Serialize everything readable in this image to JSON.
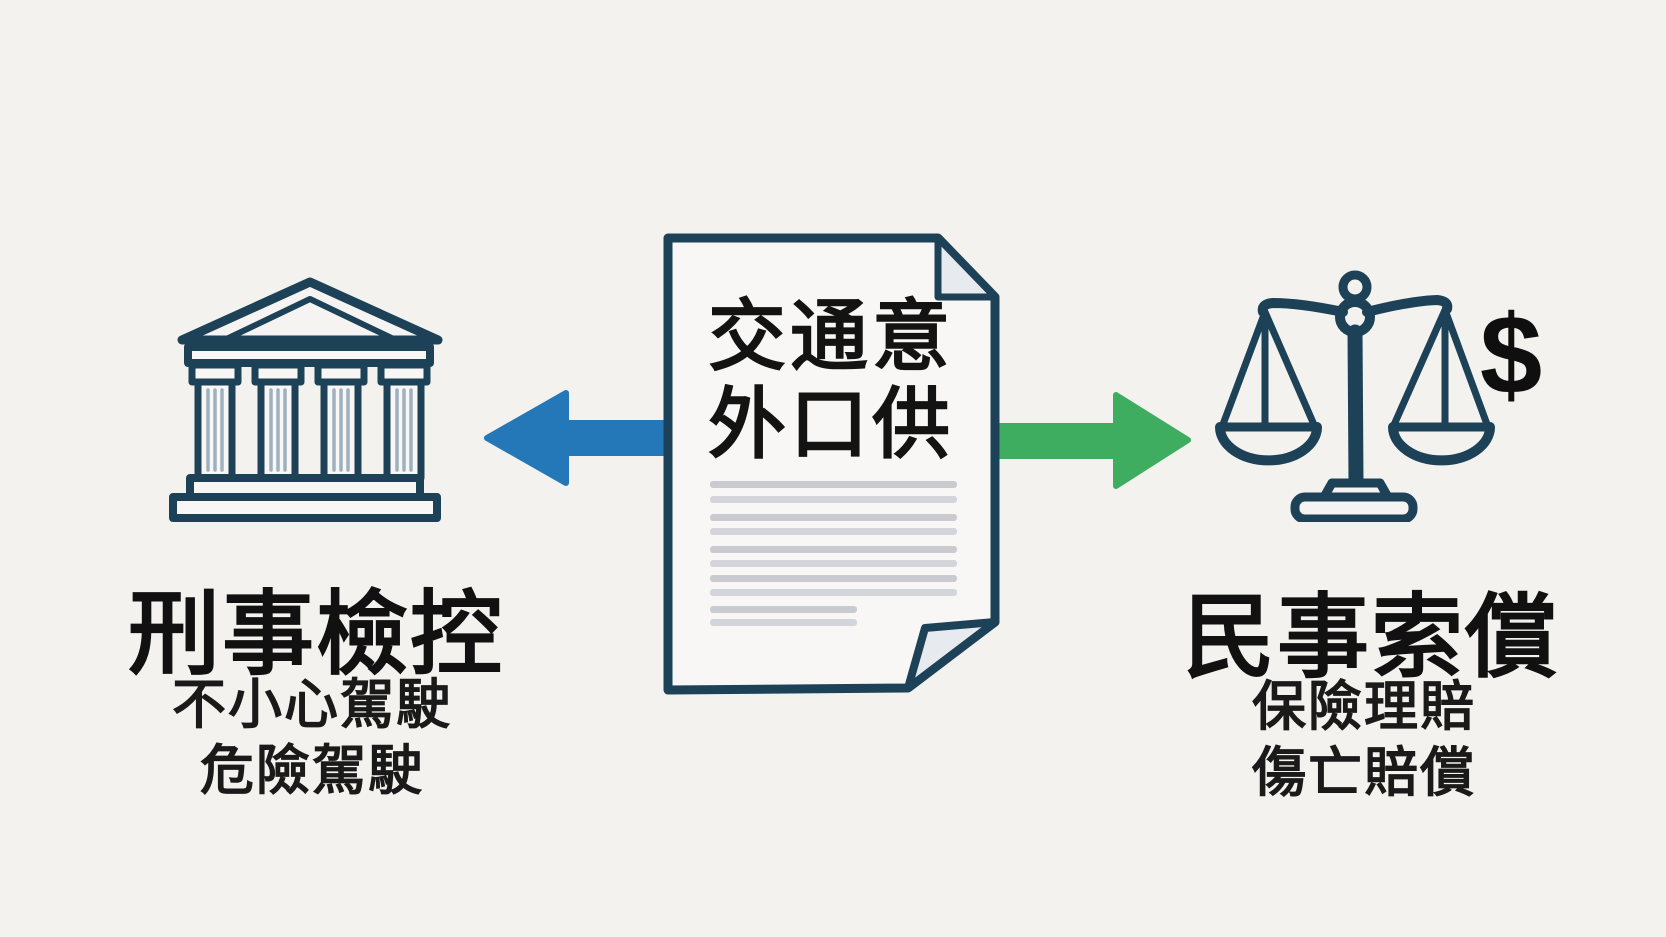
{
  "document": {
    "title_line1": "交通意",
    "title_line2": "外口供"
  },
  "left_branch": {
    "heading": "刑事檢控",
    "item1": "不小心駕駛",
    "item2": "危險駕駛"
  },
  "right_branch": {
    "heading": "民事索償",
    "item1": "保險理賠",
    "item2": "傷亡賠償",
    "dollar": "$"
  },
  "icons": {
    "left": "courthouse-icon",
    "center": "document-icon",
    "right": "scales-of-justice-icon",
    "left_arrow": "arrow-left-icon",
    "right_arrow": "arrow-right-icon"
  },
  "colors": {
    "background": "#f3f2ef",
    "outline_navy": "#1d4156",
    "arrow_blue": "#2478b8",
    "arrow_green": "#3ead60",
    "document_fill": "#f8f7f5",
    "fold_fill": "#e7eaee",
    "document_line_gray": "#c9cbd1",
    "text_black": "#141414"
  }
}
